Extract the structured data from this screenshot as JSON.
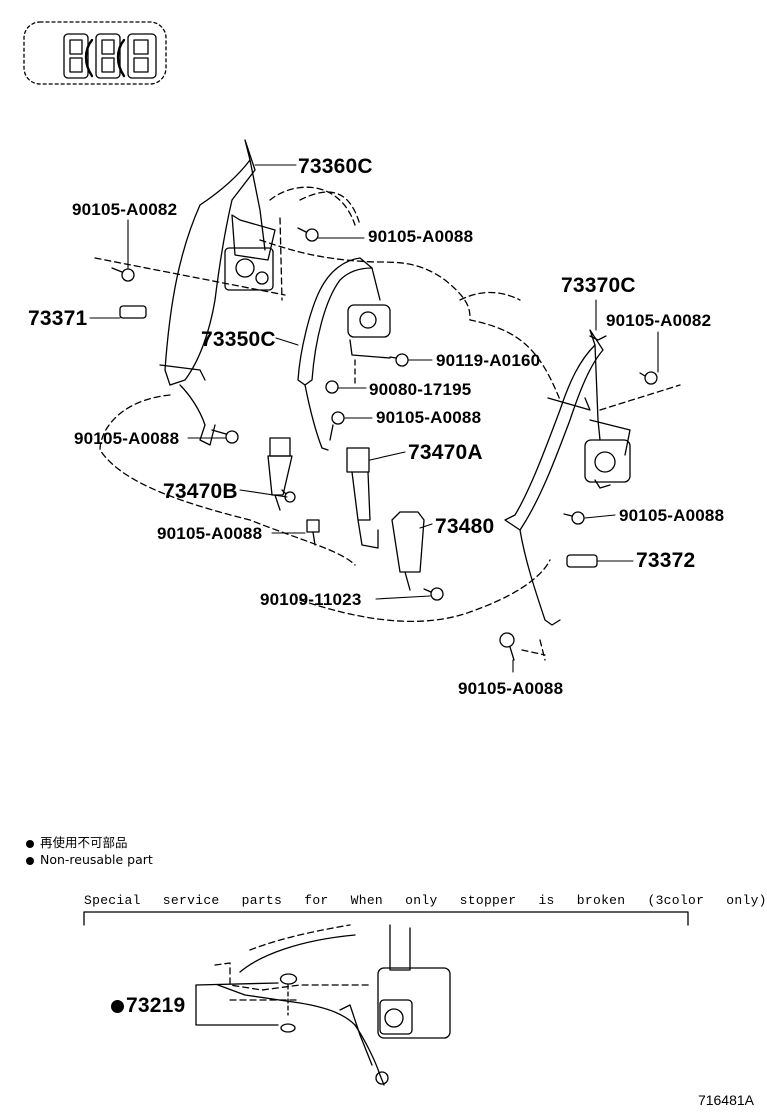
{
  "legend": {
    "jp": "再使用不可部品",
    "en": "Non-reusable part"
  },
  "special_note": "Special service parts for When only stopper is broken (3color only)",
  "illustration_code": "716481A",
  "parts": {
    "p73360C": "73360C",
    "p90105_A0082_left": "90105-A0082",
    "p90105_A0088_top": "90105-A0088",
    "p73371": "73371",
    "p73350C": "73350C",
    "p90119_A0160": "90119-A0160",
    "p90080_17195": "90080-17195",
    "p90105_A0088_mid": "90105-A0088",
    "p90105_A0088_leftlow": "90105-A0088",
    "p73470A": "73470A",
    "p73470B": "73470B",
    "p73480": "73480",
    "p90105_A0088_center": "90105-A0088",
    "p90109_11023": "90109-11023",
    "p73370C": "73370C",
    "p90105_A0082_right": "90105-A0082",
    "p90105_A0088_right": "90105-A0088",
    "p73372": "73372",
    "p90105_A0088_bottom": "90105-A0088",
    "p73219": "73219"
  }
}
